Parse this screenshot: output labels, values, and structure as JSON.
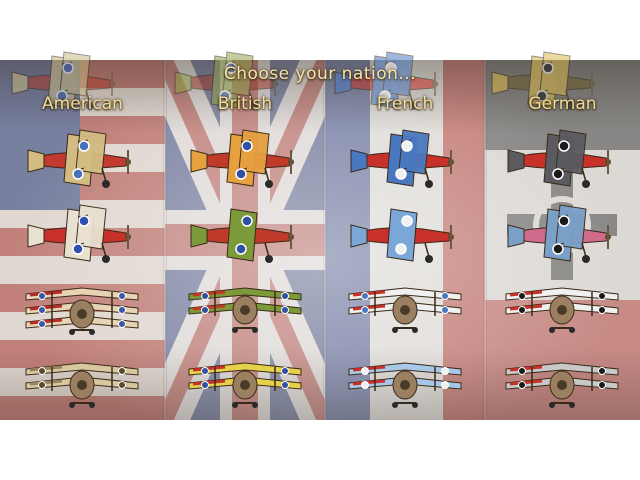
{
  "title": "Choose your nation...",
  "nations": [
    {
      "label": "American",
      "planes": [
        {
          "name": "pusher-scout",
          "colors": [
            "#c8b880",
            "#a63a2a",
            "#3b5aa0"
          ]
        },
        {
          "name": "biplane-red-tail",
          "colors": [
            "#d2bc82",
            "#c23a30",
            "#4870b8"
          ]
        },
        {
          "name": "chevron-biplane",
          "colors": [
            "#e8e0d0",
            "#c8302a",
            "#3050b0"
          ]
        },
        {
          "name": "striped-triplane",
          "colors": [
            "#e6d4b4",
            "#b82a26",
            "#3a58a8"
          ]
        },
        {
          "name": "tan-biplane",
          "colors": [
            "#d8c8a0",
            "#9a8060",
            "#5a4a30"
          ]
        }
      ]
    },
    {
      "label": "British",
      "planes": [
        {
          "name": "pusher-scout",
          "colors": [
            "#8ea048",
            "#9a3a2a",
            "#3b5aa0"
          ]
        },
        {
          "name": "striped-biplane",
          "colors": [
            "#e6a040",
            "#c03a2a",
            "#3050a0"
          ]
        },
        {
          "name": "green-monoplane",
          "colors": [
            "#7c9a3a",
            "#c03a2a",
            "#3050a0"
          ]
        },
        {
          "name": "green-biplane",
          "colors": [
            "#7c9a3a",
            "#c03a2a",
            "#3050a0"
          ]
        },
        {
          "name": "yellow-biplane",
          "colors": [
            "#e6d24a",
            "#c8302a",
            "#3050a0"
          ]
        }
      ]
    },
    {
      "label": "French",
      "planes": [
        {
          "name": "blue-biplane",
          "colors": [
            "#4a78c0",
            "#c8302a",
            "#e8e8e8"
          ]
        },
        {
          "name": "blue-red-biplane",
          "colors": [
            "#4a78c0",
            "#c8302a",
            "#f0f0f0"
          ]
        },
        {
          "name": "blue-monoplane",
          "colors": [
            "#7aa6d8",
            "#c8302a",
            "#f0f0f0"
          ]
        },
        {
          "name": "white-red-biplane",
          "colors": [
            "#f0f0f0",
            "#c8302a",
            "#4a78c0"
          ]
        },
        {
          "name": "light-blue-biplane",
          "colors": [
            "#a8c8e8",
            "#c8302a",
            "#f0f0f0"
          ]
        }
      ]
    },
    {
      "label": "German",
      "planes": [
        {
          "name": "triplane-gold",
          "colors": [
            "#d8b848",
            "#6a5a2a",
            "#1a1a1a"
          ]
        },
        {
          "name": "dark-biplane",
          "colors": [
            "#5a5a60",
            "#c8302a",
            "#1a1a1a"
          ]
        },
        {
          "name": "lozenge-biplane",
          "colors": [
            "#7aa0c8",
            "#d06a8a",
            "#1a1a1a"
          ]
        },
        {
          "name": "white-red-biplane",
          "colors": [
            "#f0f0f0",
            "#c8302a",
            "#1a1a1a"
          ]
        },
        {
          "name": "grey-biplane",
          "colors": [
            "#c8c8c8",
            "#c8302a",
            "#1a1a1a"
          ]
        }
      ]
    }
  ]
}
